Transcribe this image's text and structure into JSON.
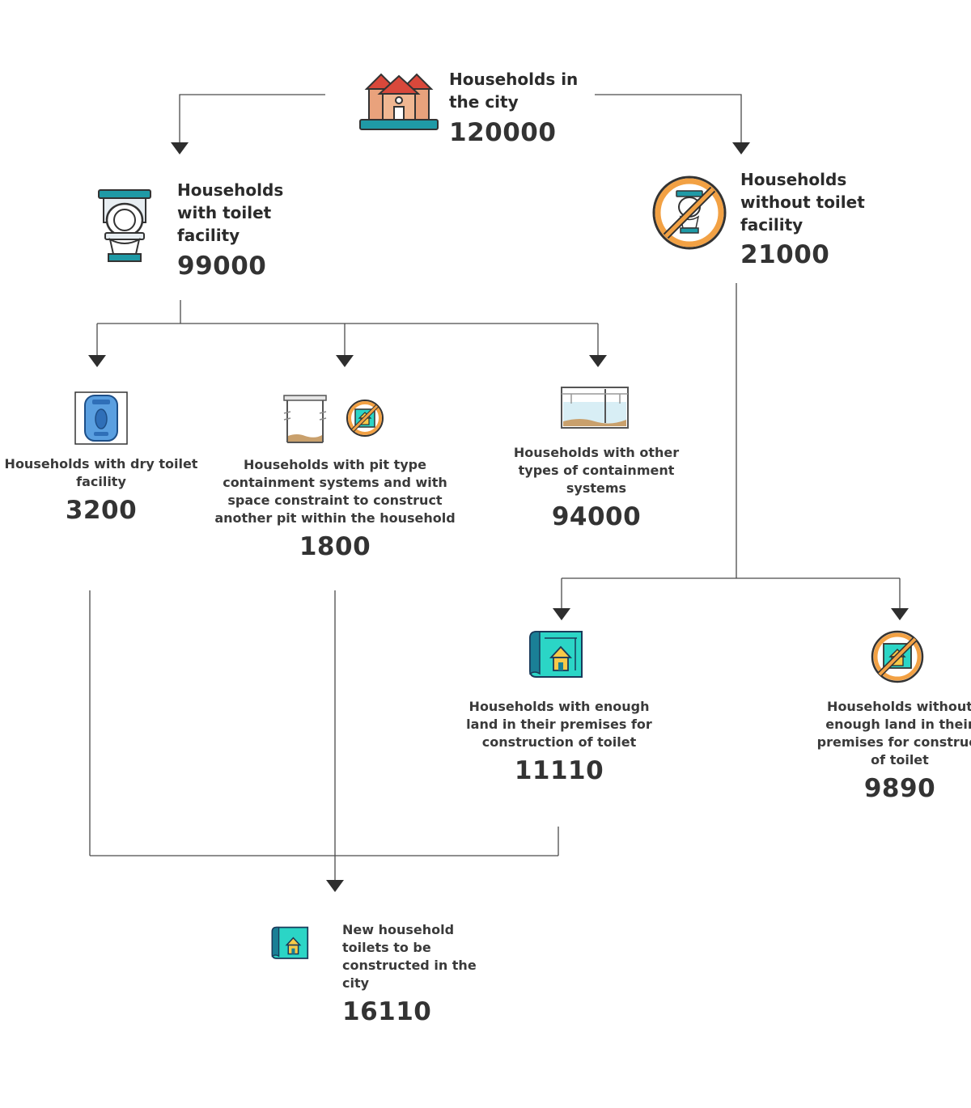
{
  "nodes": {
    "city": {
      "label_line1": "Households in",
      "label_line2": "the city",
      "value": "120000",
      "icon": "houses-icon"
    },
    "with_toilet": {
      "label_line1": "Households",
      "label_line2": "with toilet",
      "label_line3": "facility",
      "value": "99000",
      "icon": "toilet-icon"
    },
    "without_toilet": {
      "label_line1": "Households",
      "label_line2": "without toilet",
      "label_line3": "facility",
      "value": "21000",
      "icon": "no-toilet-icon"
    },
    "dry_toilet": {
      "label_line1": "Households with dry toilet",
      "label_line2": "facility",
      "value": "3200",
      "icon": "dry-toilet-icon"
    },
    "pit_type": {
      "label_line1": "Households with pit type",
      "label_line2": "containment systems and with",
      "label_line3": "space constraint to construct",
      "label_line4": "another pit within the household",
      "value": "1800",
      "icon": "pit-icon"
    },
    "other_containment": {
      "label_line1": "Households with other",
      "label_line2": "types of containment",
      "label_line3": "systems",
      "value": "94000",
      "icon": "septic-tank-icon"
    },
    "enough_land": {
      "label_line1": "Households with enough",
      "label_line2": "land in their premises for",
      "label_line3": "construction of toilet",
      "value": "11110",
      "icon": "land-plan-icon"
    },
    "not_enough_land": {
      "label_line1": "Households without",
      "label_line2": "enough land in their",
      "label_line3": "premises for construct",
      "label_line4": "of toilet",
      "value": "9890",
      "icon": "no-land-icon"
    },
    "new_toilets": {
      "label_line1": "New household",
      "label_line2": "toilets to be",
      "label_line3": "constructed in the",
      "label_line4": "city",
      "value": "16110",
      "icon": "land-plan-icon"
    }
  },
  "colors": {
    "line": "#4a4a4a",
    "roof": "#d9483b",
    "wall": "#e9a27c",
    "teal": "#1f9aa6",
    "ring": "#f2a144",
    "plan": "#2bd5c6",
    "plan_dark": "#1a7f96",
    "house_yellow": "#f7c948"
  }
}
